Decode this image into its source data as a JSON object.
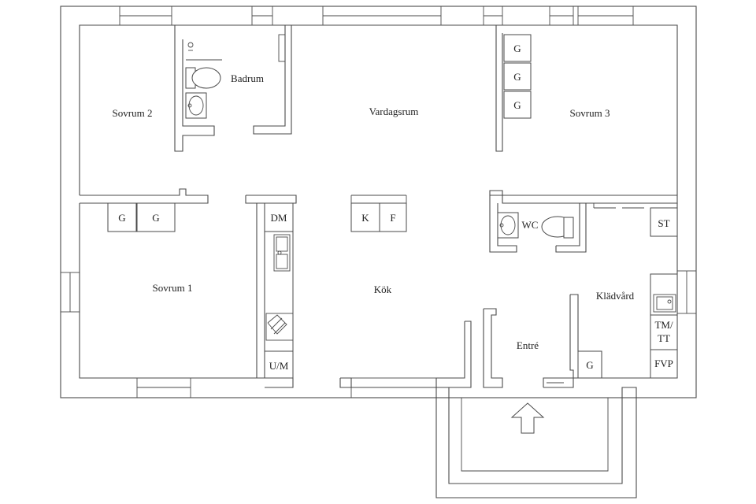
{
  "floorplan": {
    "rooms": {
      "sovrum2": "Sovrum 2",
      "badrum": "Badrum",
      "vardagsrum": "Vardagsrum",
      "sovrum3": "Sovrum 3",
      "sovrum1": "Sovrum 1",
      "kok": "Kök",
      "wc": "WC",
      "kladvard": "Klädvård",
      "entre": "Entré"
    },
    "fixtures": {
      "g": "G",
      "k": "K",
      "f": "F",
      "dm": "DM",
      "um": "U/M",
      "st": "ST",
      "tm": "TM/",
      "tt": "TT",
      "fvp": "FVP"
    },
    "icons": {
      "entrance_arrow": "entrance-arrow-icon",
      "toilet": "toilet-icon",
      "sink": "sink-icon",
      "stove": "stove-icon"
    }
  }
}
